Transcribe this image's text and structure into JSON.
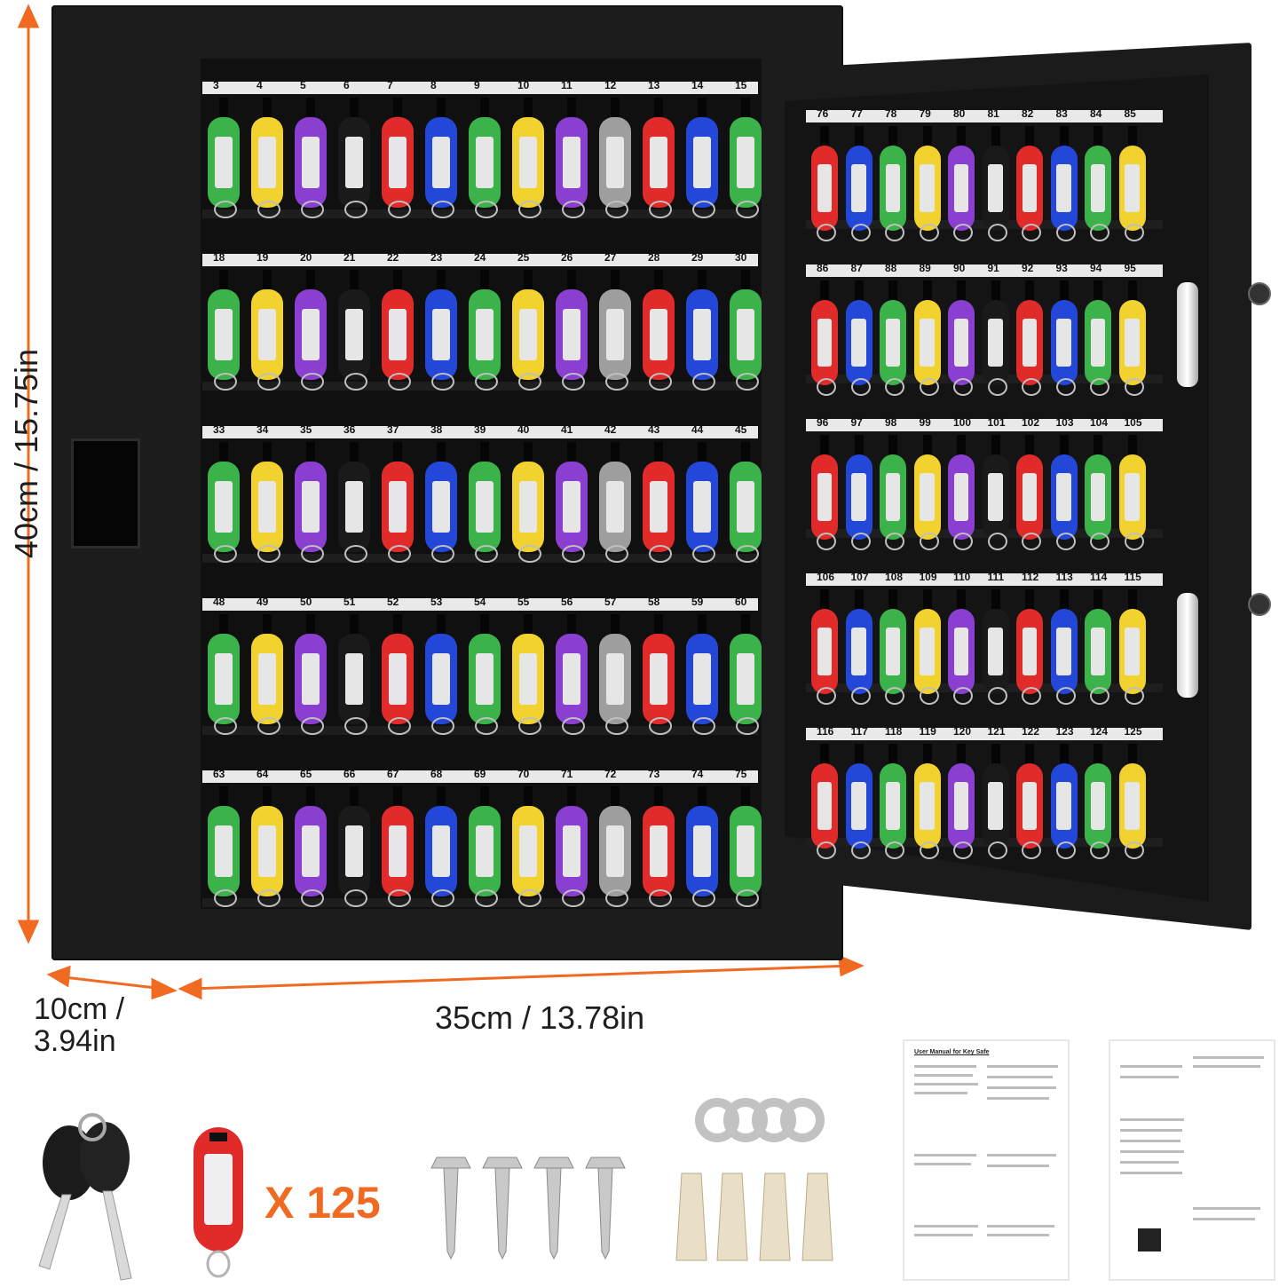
{
  "dimensions": {
    "height_label": "40cm / 15.75in",
    "depth_label_line1": "10cm /",
    "depth_label_line2": "3.94in",
    "width_label": "35cm / 13.78in"
  },
  "accessories": {
    "tag_count_label": "X 125"
  },
  "manual": {
    "title": "User Manual for Key Safe"
  },
  "colors": {
    "arrow": "#f06a22",
    "cabinet": "#1c1c1c",
    "tag_colors": [
      "#3bb34a",
      "#f2d22e",
      "#8a3fd1",
      "#1a1a1a",
      "#e12b2b",
      "#2347d8",
      "#3bb34a",
      "#f2d22e",
      "#8a3fd1",
      "#9e9e9e",
      "#e12b2b",
      "#2347d8",
      "#3bb34a"
    ],
    "door_tag_colors": [
      "#e12b2b",
      "#2347d8",
      "#3bb34a",
      "#f2d22e",
      "#8a3fd1",
      "#1a1a1a",
      "#e12b2b",
      "#2347d8",
      "#3bb34a",
      "#f2d22e"
    ]
  },
  "cabinet_rows": [
    {
      "numbers": [
        "3",
        "4",
        "5",
        "6",
        "7",
        "8",
        "9",
        "10",
        "11",
        "12",
        "13",
        "14",
        "15"
      ]
    },
    {
      "numbers": [
        "18",
        "19",
        "20",
        "21",
        "22",
        "23",
        "24",
        "25",
        "26",
        "27",
        "28",
        "29",
        "30"
      ]
    },
    {
      "numbers": [
        "33",
        "34",
        "35",
        "36",
        "37",
        "38",
        "39",
        "40",
        "41",
        "42",
        "43",
        "44",
        "45"
      ]
    },
    {
      "numbers": [
        "48",
        "49",
        "50",
        "51",
        "52",
        "53",
        "54",
        "55",
        "56",
        "57",
        "58",
        "59",
        "60"
      ]
    },
    {
      "numbers": [
        "63",
        "64",
        "65",
        "66",
        "67",
        "68",
        "69",
        "70",
        "71",
        "72",
        "73",
        "74",
        "75"
      ]
    }
  ],
  "door_rows": [
    {
      "numbers": [
        "76",
        "77",
        "78",
        "79",
        "80",
        "81",
        "82",
        "83",
        "84",
        "85"
      ]
    },
    {
      "numbers": [
        "86",
        "87",
        "88",
        "89",
        "90",
        "91",
        "92",
        "93",
        "94",
        "95"
      ]
    },
    {
      "numbers": [
        "96",
        "97",
        "98",
        "99",
        "100",
        "101",
        "102",
        "103",
        "104",
        "105"
      ]
    },
    {
      "numbers": [
        "106",
        "107",
        "108",
        "109",
        "110",
        "111",
        "112",
        "113",
        "114",
        "115"
      ]
    },
    {
      "numbers": [
        "116",
        "117",
        "118",
        "119",
        "120",
        "121",
        "122",
        "123",
        "124",
        "125"
      ]
    }
  ]
}
